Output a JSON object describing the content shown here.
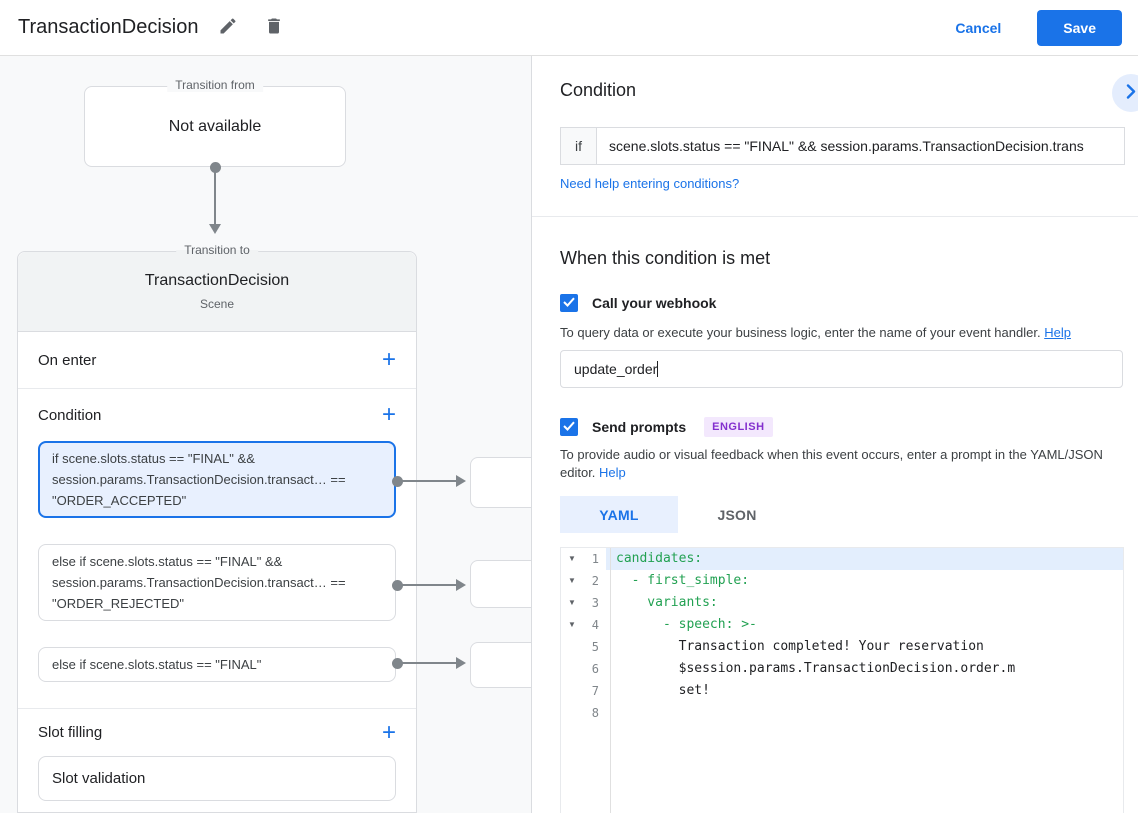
{
  "header": {
    "title": "TransactionDecision",
    "cancel": "Cancel",
    "save": "Save"
  },
  "diagram": {
    "from_label": "Transition from",
    "from_content": "Not available",
    "to_label": "Transition to",
    "to_title": "TransactionDecision",
    "to_subtitle": "Scene",
    "on_enter_label": "On enter",
    "condition_label": "Condition",
    "slot_filling_label": "Slot filling",
    "slot_card_label": "Slot validation",
    "conditions": [
      {
        "selected": true,
        "text": "if scene.slots.status == \"FINAL\" && session.params.TransactionDecision.transact… == \"ORDER_ACCEPTED\""
      },
      {
        "selected": false,
        "text": "else if scene.slots.status == \"FINAL\" && session.params.TransactionDecision.transact… == \"ORDER_REJECTED\""
      },
      {
        "selected": false,
        "text": "else if scene.slots.status == \"FINAL\""
      }
    ]
  },
  "panel": {
    "condition_heading": "Condition",
    "if_label": "if",
    "if_value": "scene.slots.status == \"FINAL\" && session.params.TransactionDecision.trans",
    "conditions_help_link": "Need help entering conditions?",
    "when_heading": "When this condition is met",
    "webhook_label": "Call your webhook",
    "webhook_checked": true,
    "webhook_description": "To query data or execute your business logic, enter the name of your event handler.",
    "webhook_help": "Help",
    "webhook_value": "update_order",
    "prompts_label": "Send prompts",
    "prompts_badge": "ENGLISH",
    "prompts_checked": true,
    "prompts_description": "To provide audio or visual feedback when this event occurs, enter a prompt in the YAML/JSON editor.",
    "prompts_help": "Help",
    "tabs": [
      {
        "label": "YAML",
        "active": true
      },
      {
        "label": "JSON",
        "active": false
      }
    ],
    "editor_lines": [
      {
        "num": 1,
        "fold": true,
        "highlight": true,
        "color": "key",
        "text": "candidates:"
      },
      {
        "num": 2,
        "fold": true,
        "highlight": false,
        "color": "key",
        "text": "  - first_simple:"
      },
      {
        "num": 3,
        "fold": true,
        "highlight": false,
        "color": "key",
        "text": "    variants:"
      },
      {
        "num": 4,
        "fold": true,
        "highlight": false,
        "color": "key",
        "text": "      - speech: >-"
      },
      {
        "num": 5,
        "fold": false,
        "highlight": false,
        "color": "plain",
        "text": "        Transaction completed! Your reservation"
      },
      {
        "num": 6,
        "fold": false,
        "highlight": false,
        "color": "plain",
        "text": "        $session.params.TransactionDecision.order.m"
      },
      {
        "num": 7,
        "fold": false,
        "highlight": false,
        "color": "plain",
        "text": "        set!"
      },
      {
        "num": 8,
        "fold": false,
        "highlight": false,
        "color": "plain",
        "text": ""
      }
    ]
  },
  "colors": {
    "accent_blue": "#1a73e8",
    "selected_card_bg": "#e8f0fe",
    "yaml_key_green": "#22a152",
    "badge_purple": "#8430ce",
    "badge_bg": "#f3e8fd",
    "connector_gray": "#80868b"
  }
}
